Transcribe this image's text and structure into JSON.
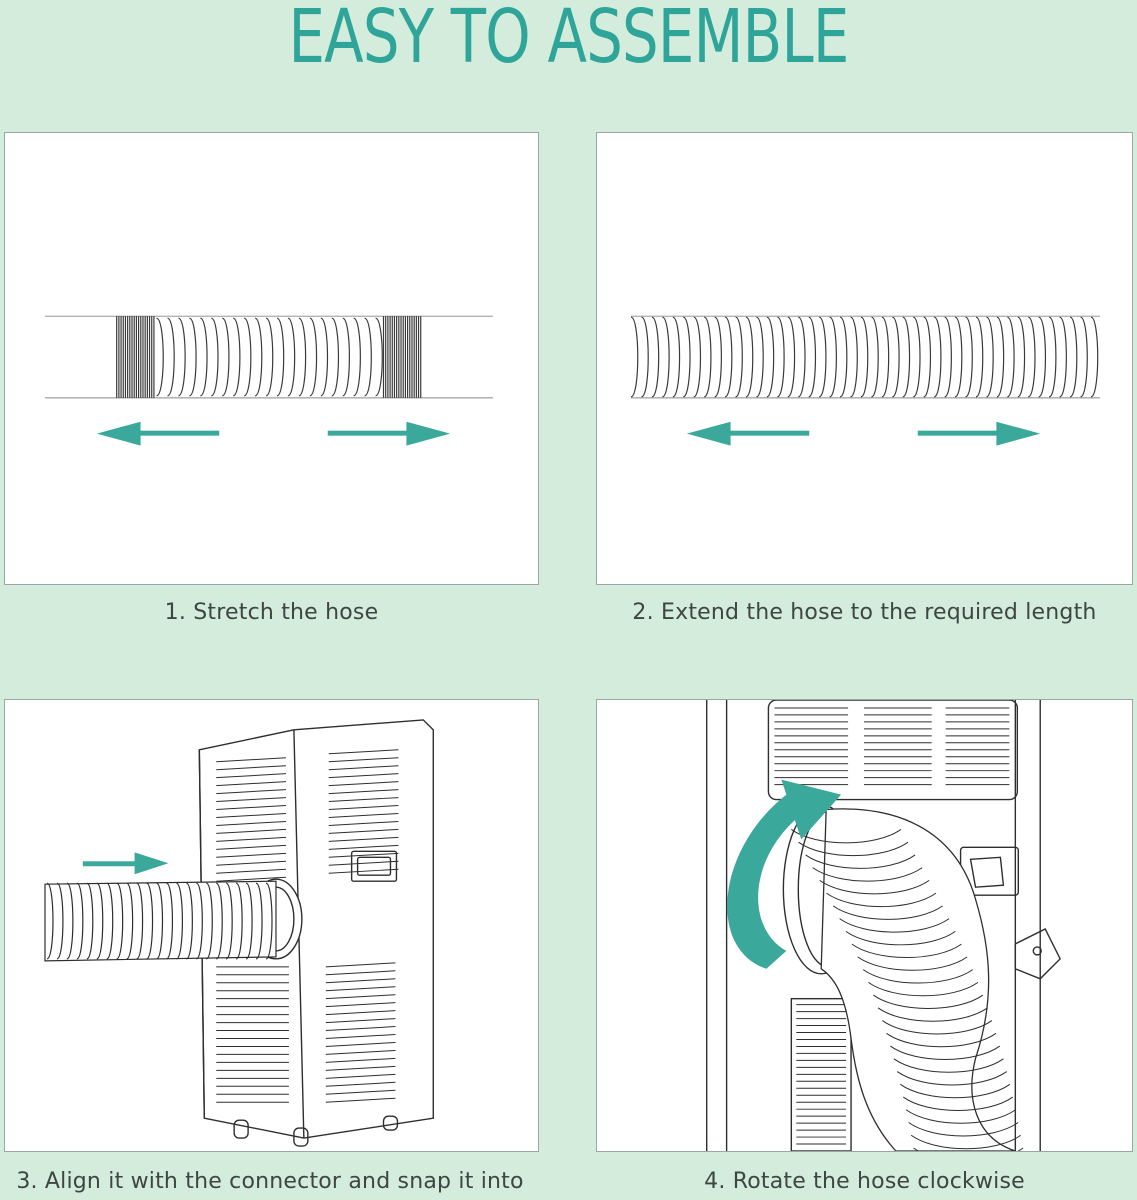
{
  "header": {
    "title": "EASY TO ASSEMBLE"
  },
  "steps": [
    {
      "caption": "1. Stretch the hose"
    },
    {
      "caption": "2. Extend the hose to the required length"
    },
    {
      "caption": "3. Align it with the connector and snap it into"
    },
    {
      "caption": "4. Rotate the hose clockwise"
    }
  ],
  "colors": {
    "background": "#d3ecdc",
    "accent": "#2fa59a",
    "arrow": "#3aa89b",
    "line_art": "#3a3a3a"
  }
}
